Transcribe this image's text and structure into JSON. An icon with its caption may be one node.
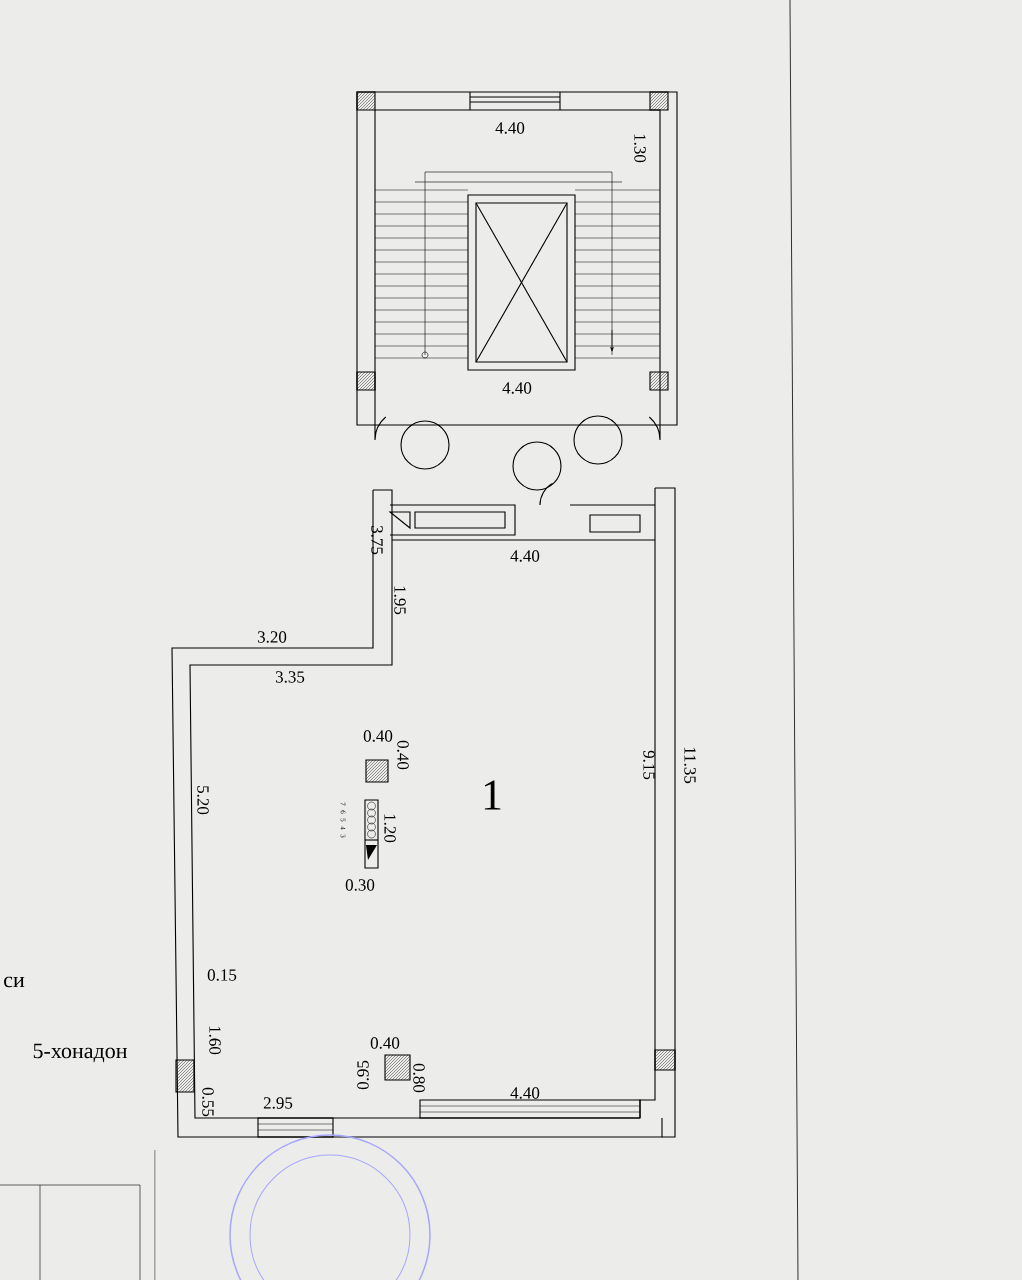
{
  "diagram": {
    "labels": [
      "4.40",
      "1.30",
      "4.40",
      "3.75",
      "4.40",
      "1.95",
      "3.20",
      "3.35",
      "0.40",
      "0.40",
      "1",
      "9.15",
      "11.35",
      "5.20",
      "7",
      "6",
      "5",
      "4",
      "3",
      "1.20",
      "0.30",
      "0.15",
      "си",
      "1.60",
      "5-хонадон",
      "0.40",
      "0.95",
      "0.80",
      "0.55",
      "2.95",
      "4.40"
    ]
  }
}
